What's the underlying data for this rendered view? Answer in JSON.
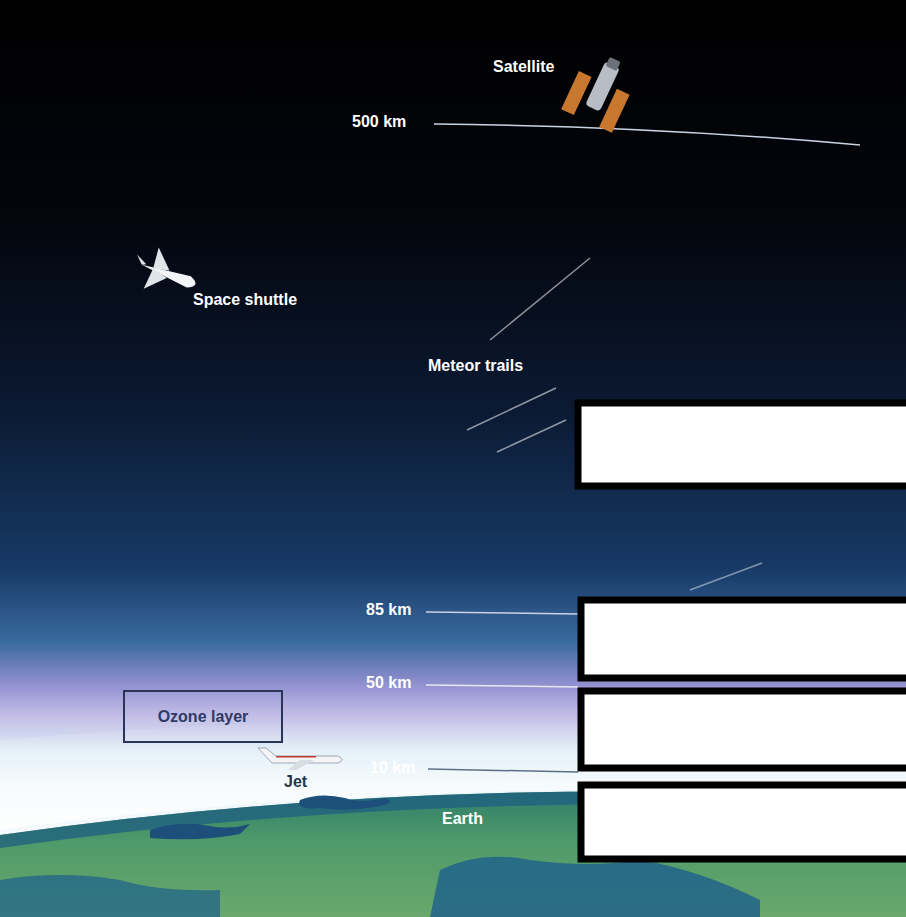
{
  "diagram": {
    "nodes": [
      {
        "text": [
          "Ozone layer"
        ]
      }
    ],
    "labels": [
      "Satellite",
      "500 km",
      "Space shuttle",
      "Meteor trails",
      "85 km",
      "50 km",
      "Jet",
      "10 km",
      "Earth"
    ]
  }
}
